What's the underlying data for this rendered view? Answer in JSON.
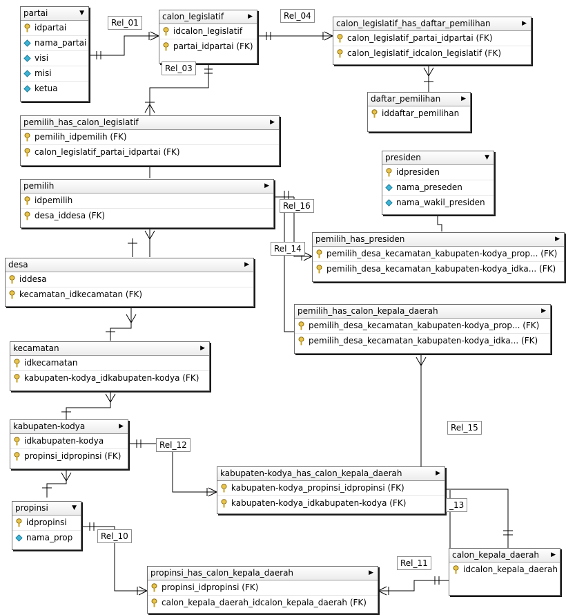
{
  "tables": {
    "partai": {
      "name": "partai",
      "arrow": "▼",
      "columns": [
        {
          "name": "idpartai",
          "kind": "key-icon"
        },
        {
          "name": "nama_partai",
          "kind": "attribute-icon"
        },
        {
          "name": "visi",
          "kind": "attribute-icon"
        },
        {
          "name": "misi",
          "kind": "attribute-icon"
        },
        {
          "name": "ketua",
          "kind": "attribute-icon"
        }
      ]
    },
    "calon_legislatif": {
      "name": "calon_legislatif",
      "arrow": "▶",
      "columns": [
        {
          "name": "idcalon_legislatif",
          "kind": "key-icon"
        },
        {
          "name": "partai_idpartai (FK)",
          "kind": "key-icon"
        }
      ]
    },
    "calon_legislatif_has_daftar_pemilihan": {
      "name": "calon_legislatif_has_daftar_pemilihan",
      "arrow": "▶",
      "columns": [
        {
          "name": "calon_legislatif_partai_idpartai (FK)",
          "kind": "key-icon"
        },
        {
          "name": "calon_legislatif_idcalon_legislatif (FK)",
          "kind": "key-icon"
        }
      ]
    },
    "daftar_pemilihan": {
      "name": "daftar_pemilihan",
      "arrow": "▶",
      "columns": [
        {
          "name": "iddaftar_pemilihan",
          "kind": "key-icon"
        }
      ]
    },
    "pemilih_has_calon_legislatif": {
      "name": "pemilih_has_calon_legislatif",
      "arrow": "▶",
      "columns": [
        {
          "name": "pemilih_idpemilih (FK)",
          "kind": "key-icon"
        },
        {
          "name": "calon_legislatif_partai_idpartai (FK)",
          "kind": "key-icon"
        }
      ]
    },
    "presiden": {
      "name": "presiden",
      "arrow": "▼",
      "columns": [
        {
          "name": "idpresiden",
          "kind": "key-icon"
        },
        {
          "name": "nama_preseden",
          "kind": "attribute-icon"
        },
        {
          "name": "nama_wakil_presiden",
          "kind": "attribute-icon"
        }
      ]
    },
    "pemilih": {
      "name": "pemilih",
      "arrow": "▶",
      "columns": [
        {
          "name": "idpemilih",
          "kind": "key-icon"
        },
        {
          "name": "desa_iddesa (FK)",
          "kind": "key-icon"
        }
      ]
    },
    "pemilih_has_presiden": {
      "name": "pemilih_has_presiden",
      "arrow": "▶",
      "columns": [
        {
          "name": "pemilih_desa_kecamatan_kabupaten-kodya_prop... (FK)",
          "kind": "key-icon"
        },
        {
          "name": "pemilih_desa_kecamatan_kabupaten-kodya_idka... (FK)",
          "kind": "key-icon"
        }
      ]
    },
    "desa": {
      "name": "desa",
      "arrow": "▶",
      "columns": [
        {
          "name": "iddesa",
          "kind": "key-icon"
        },
        {
          "name": "kecamatan_idkecamatan (FK)",
          "kind": "key-icon"
        }
      ]
    },
    "pemilih_has_calon_kepala_daerah": {
      "name": "pemilih_has_calon_kepala_daerah",
      "arrow": "▶",
      "columns": [
        {
          "name": "pemilih_desa_kecamatan_kabupaten-kodya_prop... (FK)",
          "kind": "key-icon"
        },
        {
          "name": "pemilih_desa_kecamatan_kabupaten-kodya_idka... (FK)",
          "kind": "key-icon"
        }
      ]
    },
    "kecamatan": {
      "name": "kecamatan",
      "arrow": "▶",
      "columns": [
        {
          "name": "idkecamatan",
          "kind": "key-icon"
        },
        {
          "name": "kabupaten-kodya_idkabupaten-kodya (FK)",
          "kind": "key-icon"
        }
      ]
    },
    "kabupaten_kodya": {
      "name": "kabupaten-kodya",
      "arrow": "▶",
      "columns": [
        {
          "name": "idkabupaten-kodya",
          "kind": "key-icon"
        },
        {
          "name": "propinsi_idpropinsi (FK)",
          "kind": "key-icon"
        }
      ]
    },
    "kabupaten_kodya_has_calon_kepala_daerah": {
      "name": "kabupaten-kodya_has_calon_kepala_daerah",
      "arrow": "▶",
      "columns": [
        {
          "name": "kabupaten-kodya_propinsi_idpropinsi (FK)",
          "kind": "key-icon"
        },
        {
          "name": "kabupaten-kodya_idkabupaten-kodya (FK)",
          "kind": "key-icon"
        }
      ]
    },
    "propinsi": {
      "name": "propinsi",
      "arrow": "▼",
      "columns": [
        {
          "name": "idpropinsi",
          "kind": "key-icon"
        },
        {
          "name": "nama_prop",
          "kind": "attribute-icon"
        }
      ]
    },
    "calon_kepala_daerah": {
      "name": "calon_kepala_daerah",
      "arrow": "▶",
      "columns": [
        {
          "name": "idcalon_kepala_daerah",
          "kind": "key-icon"
        }
      ]
    },
    "propinsi_has_calon_kepala_daerah": {
      "name": "propinsi_has_calon_kepala_daerah",
      "arrow": "▶",
      "columns": [
        {
          "name": "propinsi_idpropinsi (FK)",
          "kind": "key-icon"
        },
        {
          "name": "calon_kepala_daerah_idcalon_kepala_daerah (FK)",
          "kind": "key-icon"
        }
      ]
    }
  },
  "relationships": {
    "rel_01": "Rel_01",
    "rel_03": "Rel_03",
    "rel_04": "Rel_04",
    "rel_10": "Rel_10",
    "rel_11": "Rel_11",
    "rel_12": "Rel_12",
    "rel_13": "_13",
    "rel_14": "Rel_14",
    "rel_15": "Rel_15",
    "rel_16": "Rel_16"
  },
  "colors": {
    "key_icon": "#c8a020",
    "attribute_icon": "#2aa6c8",
    "line": "#000000",
    "border": "#6e6e6e"
  }
}
